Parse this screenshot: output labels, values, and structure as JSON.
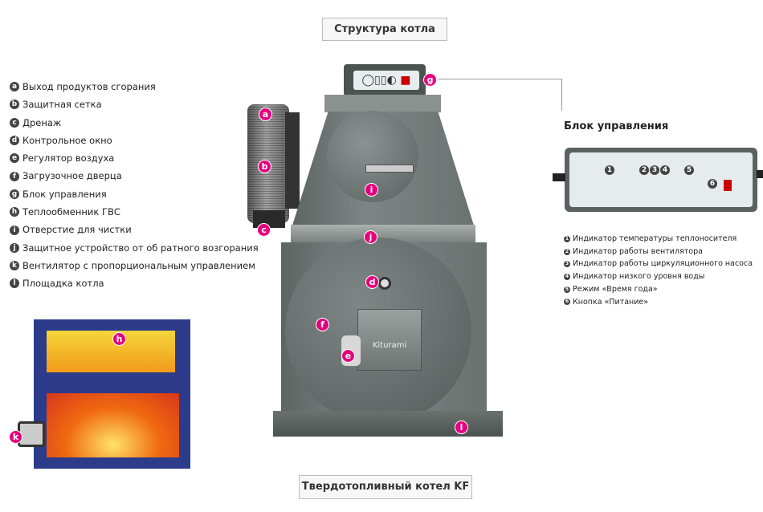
{
  "title": "Структура котла",
  "subtitle": "Твердотопливный котел KF",
  "legend": [
    {
      "mark": "a",
      "label": "Выход продуктов сгорания"
    },
    {
      "mark": "b",
      "label": "Защитная сетка"
    },
    {
      "mark": "c",
      "label": "Дренаж"
    },
    {
      "mark": "d",
      "label": "Контрольное окно"
    },
    {
      "mark": "e",
      "label": "Регулятор воздуха"
    },
    {
      "mark": "f",
      "label": "Загрузочное дверца"
    },
    {
      "mark": "g",
      "label": "Блок управления"
    },
    {
      "mark": "h",
      "label": "Теплообменник ГВС"
    },
    {
      "mark": "i",
      "label": "Отверстие для чистки"
    },
    {
      "mark": "j",
      "label": "Защитное устройство от об ратного возгорания"
    },
    {
      "mark": "k",
      "label": "Вентилятор с пропорциональным управлением"
    },
    {
      "mark": "l",
      "label": "Площадка котла"
    }
  ],
  "control_unit": {
    "title": "Блок управления",
    "items": [
      {
        "mark": "1",
        "label": "Индикатор температуры теплоносителя"
      },
      {
        "mark": "2",
        "label": "Индикатор работы вентилятора"
      },
      {
        "mark": "3",
        "label": "Индикатор работы циркуляционного насоса"
      },
      {
        "mark": "4",
        "label": "Индикатор низкого уровня воды"
      },
      {
        "mark": "5",
        "label": "Режим «Время года»"
      },
      {
        "mark": "6",
        "label": "Кнопка «Питание»"
      }
    ]
  },
  "brand": "Kiturami",
  "accent": "#e5007d"
}
